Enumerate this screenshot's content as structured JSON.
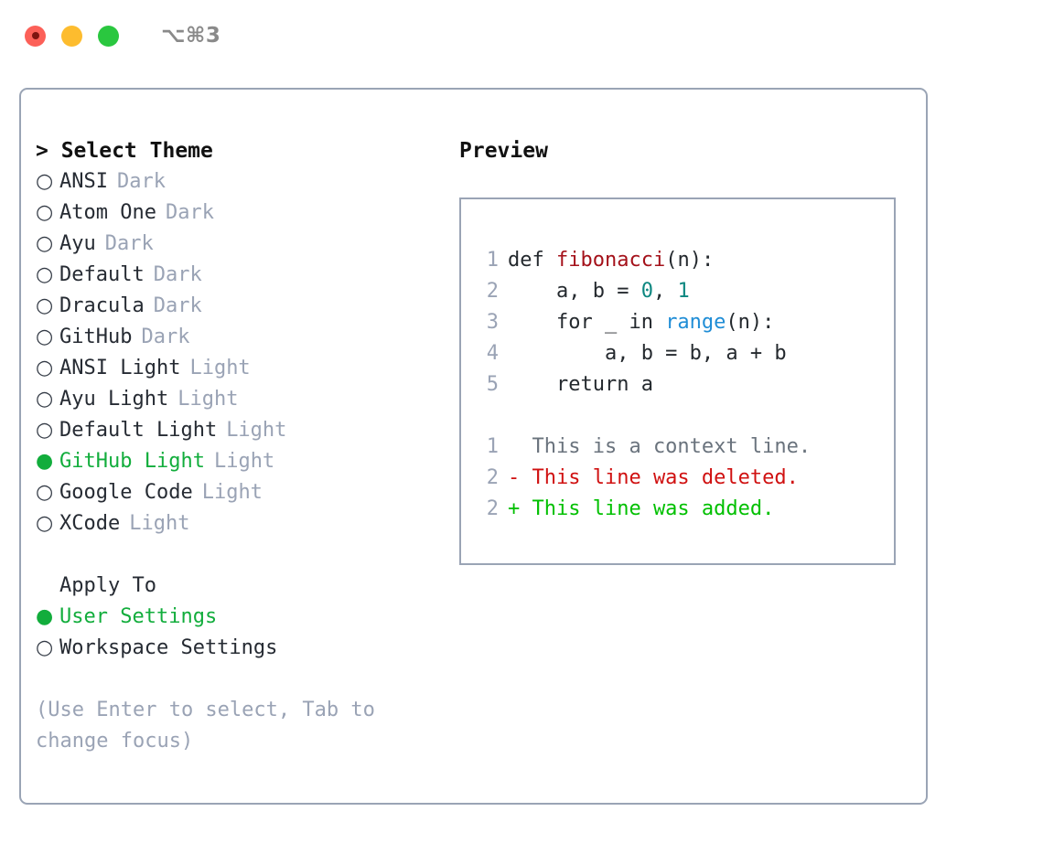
{
  "titlebar": {
    "shortcut": "⌥⌘3",
    "lights": [
      {
        "name": "close",
        "color": "#fc6058"
      },
      {
        "name": "minimize",
        "color": "#fdbc2e"
      },
      {
        "name": "maximize",
        "color": "#2ac73f"
      }
    ]
  },
  "left": {
    "heading": "> Select Theme",
    "themes": [
      {
        "marker": "○",
        "label": "ANSI",
        "tag": "Dark",
        "selected": false
      },
      {
        "marker": "○",
        "label": "Atom One",
        "tag": "Dark",
        "selected": false
      },
      {
        "marker": "○",
        "label": "Ayu",
        "tag": "Dark",
        "selected": false
      },
      {
        "marker": "○",
        "label": "Default",
        "tag": "Dark",
        "selected": false
      },
      {
        "marker": "○",
        "label": "Dracula",
        "tag": "Dark",
        "selected": false
      },
      {
        "marker": "○",
        "label": "GitHub",
        "tag": "Dark",
        "selected": false
      },
      {
        "marker": "○",
        "label": "ANSI Light",
        "tag": "Light",
        "selected": false
      },
      {
        "marker": "○",
        "label": "Ayu Light",
        "tag": "Light",
        "selected": false
      },
      {
        "marker": "○",
        "label": "Default Light",
        "tag": "Light",
        "selected": false
      },
      {
        "marker": "●",
        "label": "GitHub Light",
        "tag": "Light",
        "selected": true
      },
      {
        "marker": "○",
        "label": "Google Code",
        "tag": "Light",
        "selected": false
      },
      {
        "marker": "○",
        "label": "XCode",
        "tag": "Light",
        "selected": false
      }
    ],
    "apply_heading": "Apply To",
    "apply_options": [
      {
        "marker": "●",
        "label": "User Settings",
        "selected": true
      },
      {
        "marker": "○",
        "label": "Workspace Settings",
        "selected": false
      }
    ],
    "hint": "(Use Enter to select, Tab to change focus)"
  },
  "right": {
    "heading": "Preview",
    "code_lines": [
      {
        "num": "1",
        "tokens": [
          {
            "t": "def ",
            "c": "tok-def"
          },
          {
            "t": "fibonacci",
            "c": "tok-fn"
          },
          {
            "t": "(n):",
            "c": "tok-plain"
          }
        ]
      },
      {
        "num": "2",
        "tokens": [
          {
            "t": "    a, b = ",
            "c": "tok-plain"
          },
          {
            "t": "0",
            "c": "tok-num"
          },
          {
            "t": ", ",
            "c": "tok-plain"
          },
          {
            "t": "1",
            "c": "tok-num"
          }
        ]
      },
      {
        "num": "3",
        "tokens": [
          {
            "t": "    for _ in ",
            "c": "tok-plain"
          },
          {
            "t": "range",
            "c": "tok-call"
          },
          {
            "t": "(n):",
            "c": "tok-plain"
          }
        ]
      },
      {
        "num": "4",
        "tokens": [
          {
            "t": "        a, b = b, a + b",
            "c": "tok-plain"
          }
        ]
      },
      {
        "num": "5",
        "tokens": [
          {
            "t": "    return a",
            "c": "tok-plain"
          }
        ]
      }
    ],
    "diff_lines": [
      {
        "num": "1",
        "text": "  This is a context line.",
        "cls": "diff-ctx"
      },
      {
        "num": "2",
        "text": "- This line was deleted.",
        "cls": "diff-del"
      },
      {
        "num": "2",
        "text": "+ This line was added.",
        "cls": "diff-add"
      }
    ]
  },
  "colors": {
    "accent_green": "#12ad3c",
    "border": "#9aa4b5",
    "tag_gray": "#9aa3b5",
    "diff_add": "#00c000",
    "diff_del": "#d01111",
    "token_function": "#a4111a",
    "token_number": "#0d8780",
    "token_call": "#1f8dd6"
  }
}
